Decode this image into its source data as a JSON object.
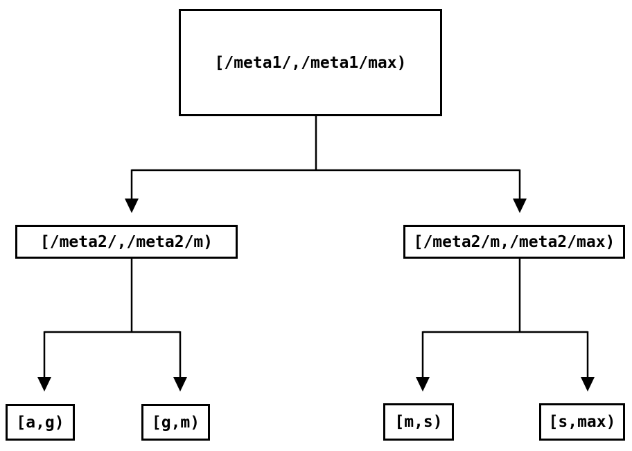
{
  "diagram": {
    "type": "tree",
    "background_color": "#ffffff",
    "line_color": "#000000",
    "text_color": "#000000",
    "nodes": {
      "root": {
        "label": "[/meta1/,/meta1/max)"
      },
      "left": {
        "label": "[/meta2/,/meta2/m)"
      },
      "right": {
        "label": "[/meta2/m,/meta2/max)"
      },
      "leaf_ag": {
        "label": "[a,g)"
      },
      "leaf_gm": {
        "label": "[g,m)"
      },
      "leaf_ms": {
        "label": "[m,s)"
      },
      "leaf_smax": {
        "label": "[s,max)"
      }
    },
    "edges": [
      {
        "from": "root",
        "to": "left"
      },
      {
        "from": "root",
        "to": "right"
      },
      {
        "from": "left",
        "to": "leaf_ag"
      },
      {
        "from": "left",
        "to": "leaf_gm"
      },
      {
        "from": "right",
        "to": "leaf_ms"
      },
      {
        "from": "right",
        "to": "leaf_smax"
      }
    ]
  }
}
